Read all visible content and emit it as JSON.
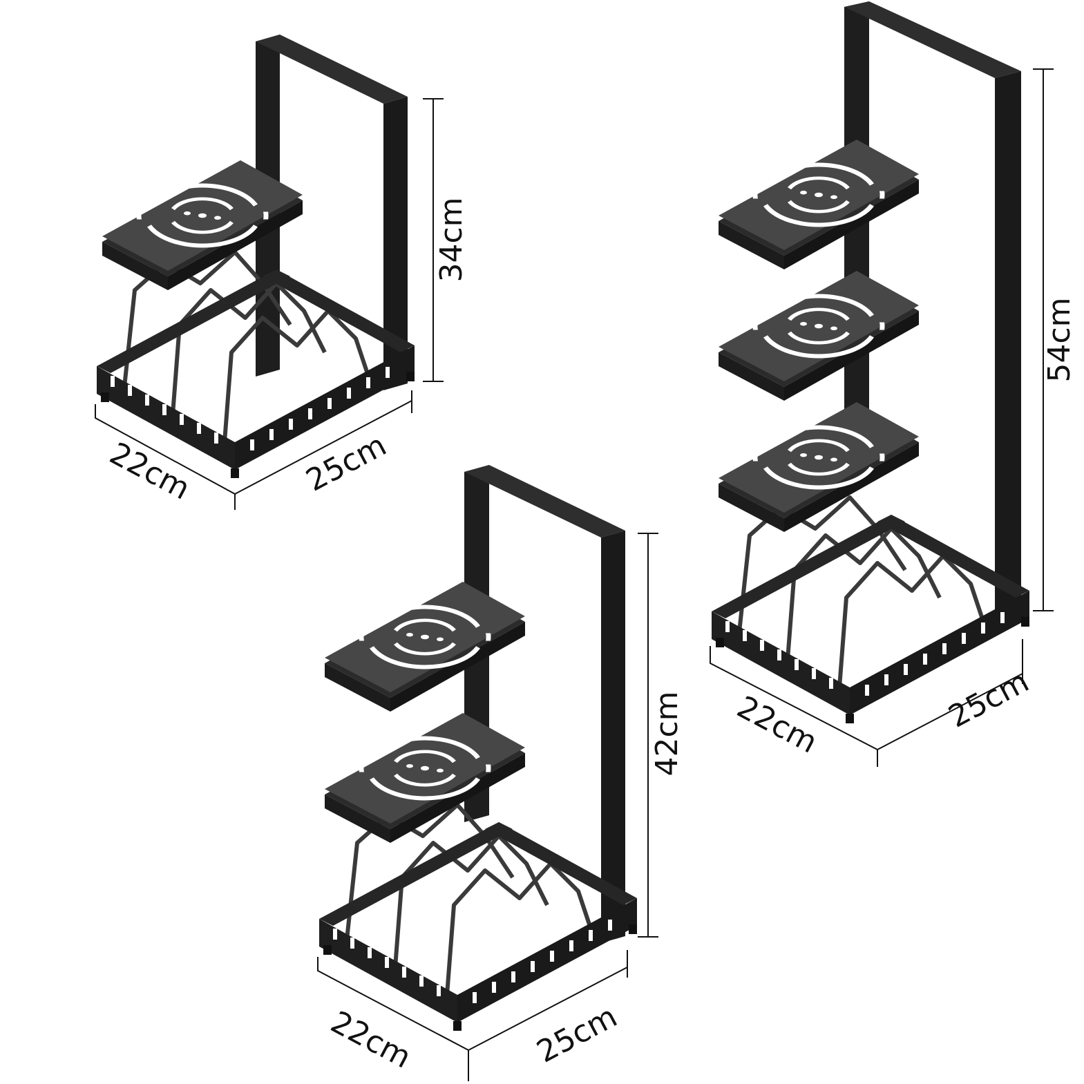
{
  "colors": {
    "background": "#ffffff",
    "shelf_top": "#4a4a4a",
    "shelf_front": "#2a2a2a",
    "frame": "#1e1e1e",
    "wire": "#3a3a3a",
    "dimension_line": "#111111"
  },
  "racks": [
    {
      "id": "one-shelf",
      "shelf_count": 1,
      "height_label": "34cm",
      "width_label": "22cm",
      "depth_label": "25cm"
    },
    {
      "id": "two-shelf",
      "shelf_count": 2,
      "height_label": "42cm",
      "width_label": "22cm",
      "depth_label": "25cm"
    },
    {
      "id": "three-shelf",
      "shelf_count": 3,
      "height_label": "54cm",
      "width_label": "22cm",
      "depth_label": "25cm"
    }
  ]
}
